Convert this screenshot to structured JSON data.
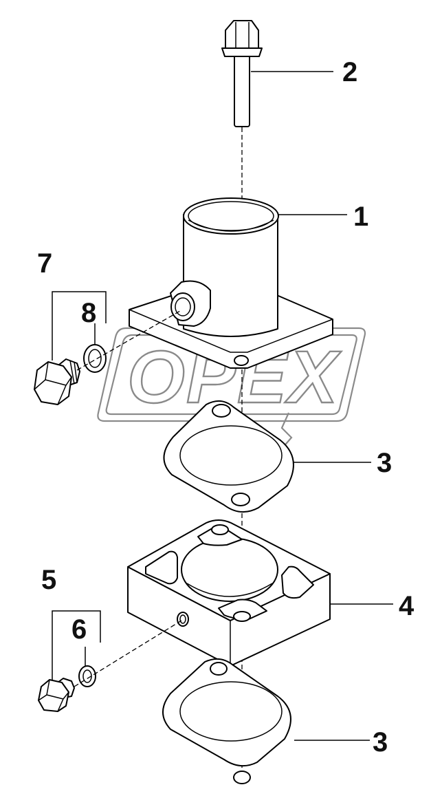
{
  "watermark": {
    "text": "OPEX",
    "color": "#8a8a8a"
  },
  "callouts": [
    {
      "id": "label-2",
      "text": "2"
    },
    {
      "id": "label-1",
      "text": "1"
    },
    {
      "id": "label-7",
      "text": "7"
    },
    {
      "id": "label-8",
      "text": "8"
    },
    {
      "id": "label-3-upper",
      "text": "3"
    },
    {
      "id": "label-5",
      "text": "5"
    },
    {
      "id": "label-6",
      "text": "6"
    },
    {
      "id": "label-4",
      "text": "4"
    },
    {
      "id": "label-3-lower",
      "text": "3"
    }
  ],
  "colors": {
    "line": "#000000",
    "background": "#ffffff"
  }
}
